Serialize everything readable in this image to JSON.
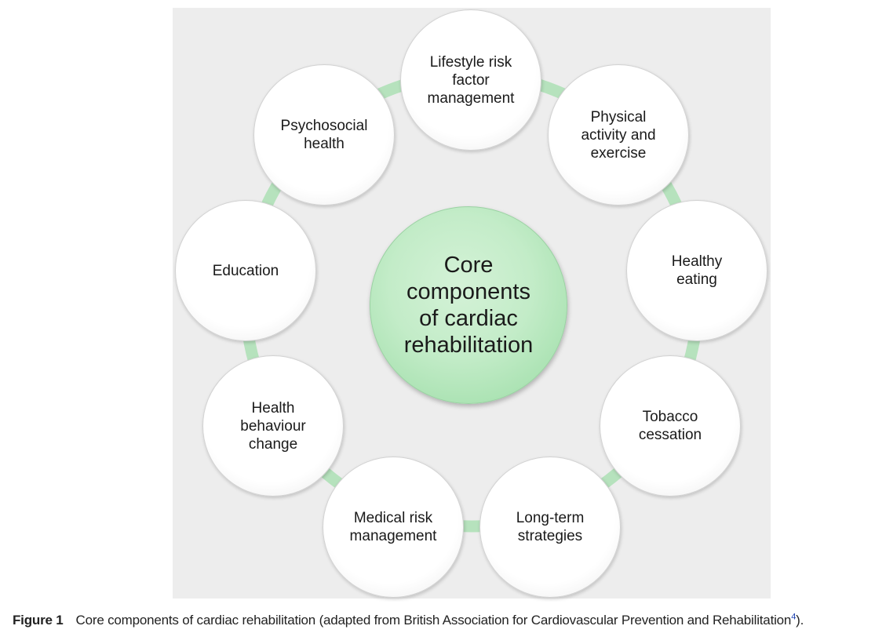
{
  "diagram": {
    "center_label": "Core\ncomponents\nof cardiac\nrehabilitation",
    "components": [
      "Lifestyle risk\nfactor\nmanagement",
      "Physical\nactivity and\nexercise",
      "Healthy\neating",
      "Tobacco\ncessation",
      "Long-term\nstrategies",
      "Medical risk\nmanagement",
      "Health\nbehaviour\nchange",
      "Education",
      "Psychosocial\nhealth"
    ],
    "colors": {
      "panel_background": "#ededed",
      "connector_ring": "#b6e2bd",
      "center_fill": "#c3ecc8",
      "outer_fill": "#ffffff",
      "reference_link": "#1a3fb0"
    }
  },
  "caption": {
    "label": "Figure 1",
    "text": "Core components of cardiac rehabilitation (adapted from British Association for Cardiovascular Prevention and Rehabilitation",
    "reference": "4",
    "suffix": ")."
  }
}
